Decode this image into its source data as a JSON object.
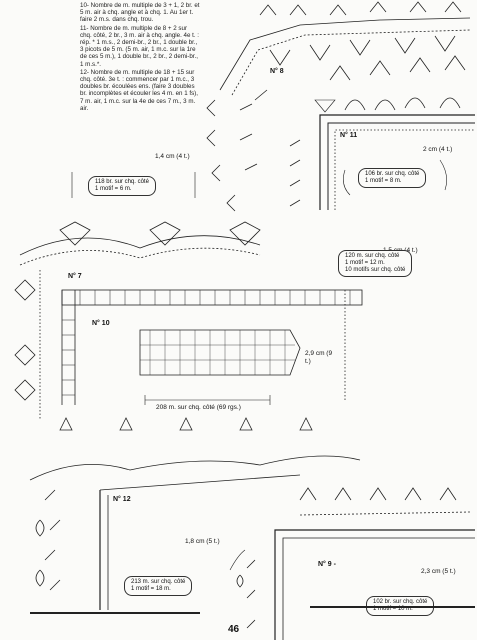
{
  "instructions": [
    "10- Nombre de m. multiple de 3 + 1, 2 br. et 5 m. air à chq. angle et à chq. 1. Au 1er t. faire 2 m.s. dans chq. trou.",
    "11- Nombre de m. multiple de 8 + 2 sur chq. côté, 2 br., 3 m. air à chq. angle. 4e t. : rép. * 1 m.s., 2 demi-br., 2 br., 1 double br., 3 picots de 5 m. (5 m. air, 1 m.c. sur la 1re de ces 5 m.), 1 double br., 2 br., 2 demi-br., 1 m.s.*.",
    "12- Nombre de m. multiple de 18 + 15 sur chq. côté. 3e t. : commencer par 1 m.c., 3 doubles br. écoulées ens. (faire 3 doubles br. incomplètes et écouler les 4 m. en 1 fs), 7 m. air, 1 m.c. sur la 4e de ces 7 m., 3 m. air."
  ],
  "labels": {
    "n8": "N° 8",
    "n11": "N° 11",
    "n7": "N° 7",
    "n10": "N° 10",
    "n12": "N° 12",
    "n9": "N° 9 -"
  },
  "measures": {
    "m1": "1,4 cm (4 t.)",
    "m2": "2 cm (4 t.)",
    "m3": "1,5 cm (4 t.)",
    "m4": "2,9 cm (9 t.)",
    "m5": "1,8 cm (5 t.)",
    "m6": "2,3 cm (5 t.)",
    "m7": "208 m. sur chq. côté (69 rgs.)"
  },
  "boxes": {
    "b1": [
      "118 br. sur chq. côté",
      "1 motif = 6 m."
    ],
    "b2": [
      "106 br. sur chq. côté",
      "1 motif = 8 m."
    ],
    "b3": [
      "120 m. sur chq. côté",
      "1 motif = 12 m.",
      "10 motifs sur chq. côté"
    ],
    "b4": [
      "213 m. sur chq. côté",
      "1 motif = 18 m."
    ],
    "b5": [
      "102 br. sur chq. côté",
      "1 motif = 10 m."
    ]
  },
  "page_number": "46"
}
